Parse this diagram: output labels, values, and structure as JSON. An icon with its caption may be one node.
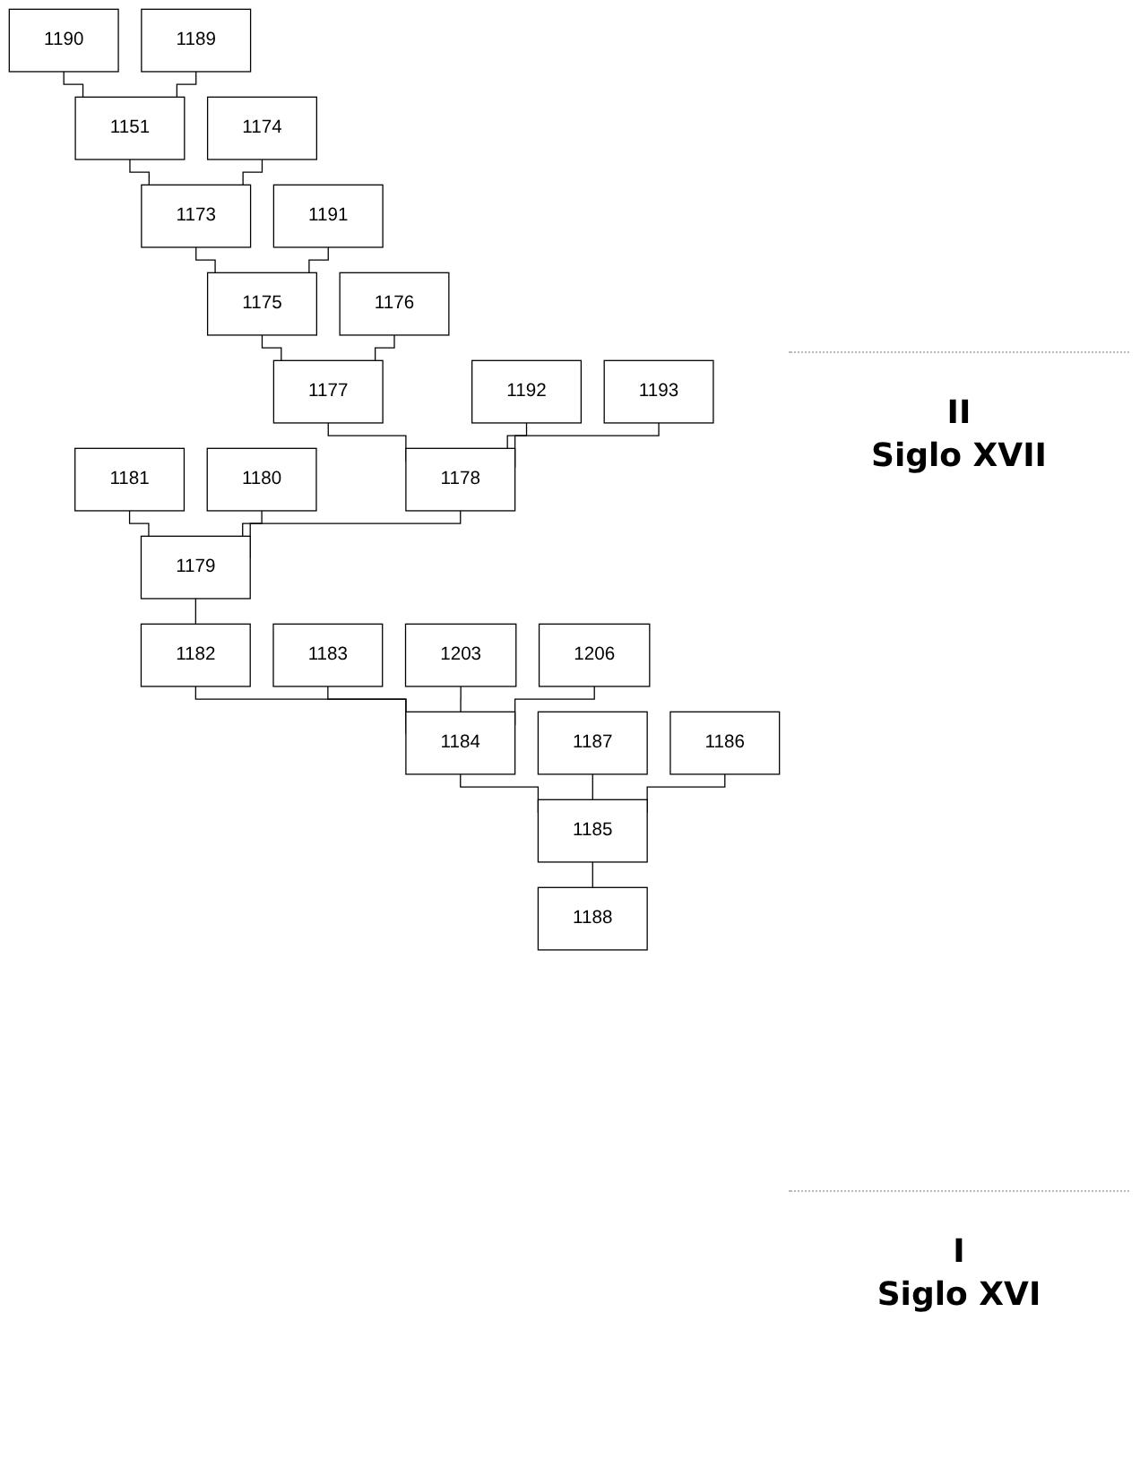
{
  "diagram": {
    "nodes": [
      {
        "text": [
          "1174"
        ]
      },
      {
        "text": [
          "1190"
        ]
      },
      {
        "text": [
          "1189"
        ]
      },
      {
        "text": [
          "1151"
        ]
      },
      {
        "text": [
          "1173"
        ]
      },
      {
        "text": [
          "1176"
        ]
      },
      {
        "text": [
          "1191"
        ]
      },
      {
        "text": [
          "1175"
        ]
      },
      {
        "text": [
          "1177"
        ]
      },
      {
        "text": [
          "1181"
        ]
      },
      {
        "text": [
          "1180"
        ]
      },
      {
        "text": [
          "1192"
        ]
      },
      {
        "text": [
          "1193"
        ]
      },
      {
        "text": [
          "1178"
        ]
      },
      {
        "text": [
          "1179"
        ]
      },
      {
        "text": [
          "1183"
        ]
      },
      {
        "text": [
          "1203"
        ]
      },
      {
        "text": [
          "1206"
        ]
      },
      {
        "text": [
          "1182"
        ]
      },
      {
        "text": [
          "1184"
        ]
      },
      {
        "text": [
          "1187"
        ]
      },
      {
        "text": [
          "1186"
        ]
      },
      {
        "text": [
          "1185"
        ]
      },
      {
        "text": [
          "1188"
        ]
      }
    ],
    "edges": [
      {
        "from": 1,
        "to": 3,
        "arrow": "none"
      },
      {
        "from": 2,
        "to": 3,
        "arrow": "none"
      },
      {
        "from": 3,
        "to": 4,
        "arrow": "none"
      },
      {
        "from": 0,
        "to": 4,
        "arrow": "none"
      },
      {
        "from": 4,
        "to": 7,
        "arrow": "none"
      },
      {
        "from": 6,
        "to": 7,
        "arrow": "none"
      },
      {
        "from": 7,
        "to": 8,
        "arrow": "none"
      },
      {
        "from": 5,
        "to": 8,
        "arrow": "none"
      },
      {
        "from": 8,
        "to": 13,
        "arrow": "none"
      },
      {
        "from": 11,
        "to": 13,
        "arrow": "none"
      },
      {
        "from": 12,
        "to": 13,
        "arrow": "none"
      },
      {
        "from": 9,
        "to": 14,
        "arrow": "none"
      },
      {
        "from": 10,
        "to": 14,
        "arrow": "none"
      },
      {
        "from": 13,
        "to": 14,
        "arrow": "none"
      },
      {
        "from": 14,
        "to": 18,
        "arrow": "none"
      },
      {
        "from": 18,
        "to": 19,
        "arrow": "none"
      },
      {
        "from": 15,
        "to": 19,
        "arrow": "none"
      },
      {
        "from": 16,
        "to": 19,
        "arrow": "none"
      },
      {
        "from": 17,
        "to": 19,
        "arrow": "none"
      },
      {
        "from": 19,
        "to": 22,
        "arrow": "none"
      },
      {
        "from": 20,
        "to": 22,
        "arrow": "none"
      },
      {
        "from": 21,
        "to": 22,
        "arrow": "none"
      },
      {
        "from": 22,
        "to": 23,
        "arrow": "none"
      }
    ],
    "labels": [
      "II",
      "Siglo XVII",
      "I",
      "Siglo XVI"
    ]
  }
}
